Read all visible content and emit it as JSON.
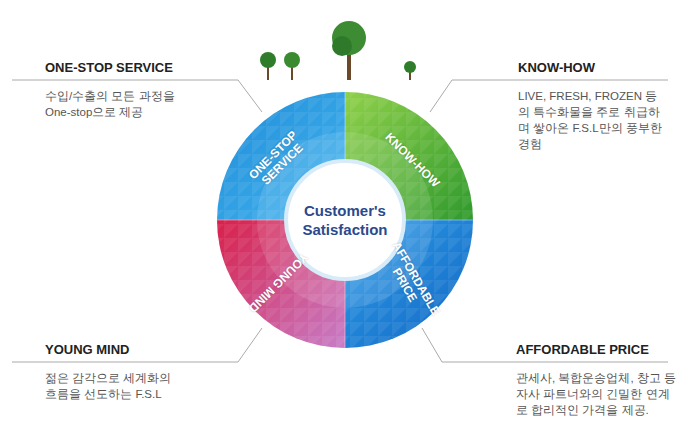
{
  "diagram": {
    "nodes": [
      {
        "text": [
          "ONE-STOP SERVICE"
        ]
      },
      {
        "text": [
          "KNOW-HOW"
        ]
      },
      {
        "text": [
          "Customer's Satisfaction"
        ]
      },
      {
        "text": [
          "YOUNG MIND"
        ]
      },
      {
        "text": [
          "AFFORDABLE PRICE"
        ]
      }
    ],
    "labels": [
      "ONE-STOP SERVICE",
      "수입/수출의 모든 과정을 One-stop으로 제공",
      "KNOW-HOW",
      "LIVE, FRESH, FROZEN 등의 특수화물을 주로 취급하며 쌓아온 F.S.L만의 풍부한 경험",
      "YOUNG MIND",
      "젊은 감각으로 세계화의 흐름을 선도하는 F.S.L",
      "AFFORDABLE PRICE",
      "관세사, 복합운송업체, 창고 등 자사 파트너와의 긴밀한 연계로 합리적인 가격을 제공."
    ]
  }
}
